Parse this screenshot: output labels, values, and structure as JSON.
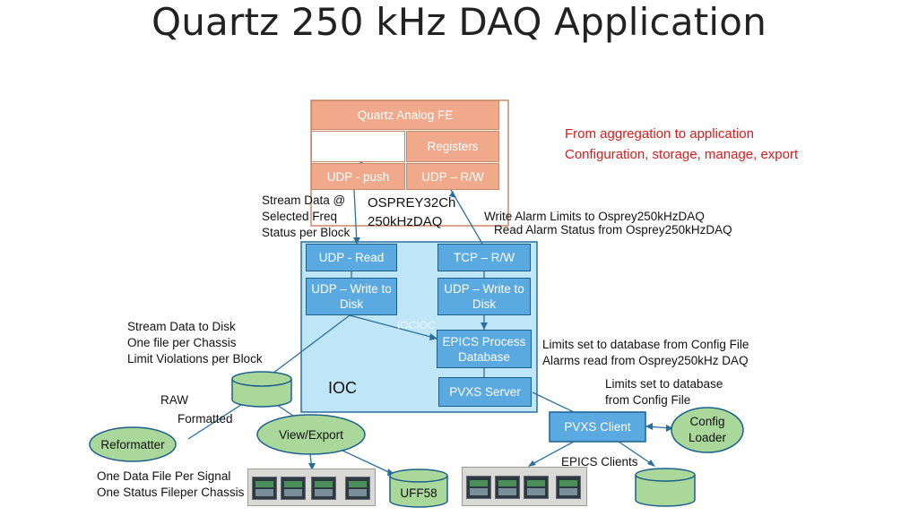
{
  "title": "Quartz 250 kHz DAQ Application",
  "note": [
    "From aggregation to application",
    "Configuration, storage, manage, export"
  ],
  "fe": {
    "header": "Quartz Analog FE",
    "registers": "Registers",
    "udp_push": "UDP - push",
    "udp_rw": "UDP – R/W",
    "device": [
      "OSPREY32Ch",
      "250kHzDAQ"
    ]
  },
  "stream_label": [
    "Stream Data @",
    "Selected Freq",
    "Status per Block"
  ],
  "alarm_label": [
    "Write Alarm Limits to Osprey250kHzDAQ",
    "Read Alarm Status from Osprey250kHzDAQ"
  ],
  "ioc": {
    "label": "IOC",
    "faint": "IOCIOC",
    "udp_read": "UDP - Read",
    "tcp_rw": "TCP – R/W",
    "udp_write1": [
      "UDP – Write to",
      "Disk"
    ],
    "udp_write2": [
      "UDP – Write to",
      "Disk"
    ],
    "epics": [
      "EPICS Process",
      "Database"
    ],
    "pvxs_server": "PVXS Server"
  },
  "disk_label": [
    "Stream Data to Disk",
    "One file per Chassis",
    "Limit Violations per Block"
  ],
  "limits_label": [
    "Limits set to database from Config File",
    "Alarms read from Osprey250kHz DAQ"
  ],
  "limits2_label": [
    "Limits set to database",
    "from Config File"
  ],
  "raw": "RAW",
  "formatted": "Formatted",
  "reformatter": "Reformatter",
  "view_export": "View/Export",
  "uff58": "UFF58",
  "pvxs_client": "PVXS Client",
  "config_loader": [
    "Config",
    "Loader"
  ],
  "epics_clients": "EPICS Clients",
  "data_file_label": [
    "One Data File Per Signal",
    "One Status Fileper Chassis"
  ],
  "colors": {
    "orange": "#f0a98a",
    "ioc_bg": "#bfe6f7",
    "blue": "#5aa9e0",
    "green": "#a9d89a",
    "red": "#e01818"
  }
}
